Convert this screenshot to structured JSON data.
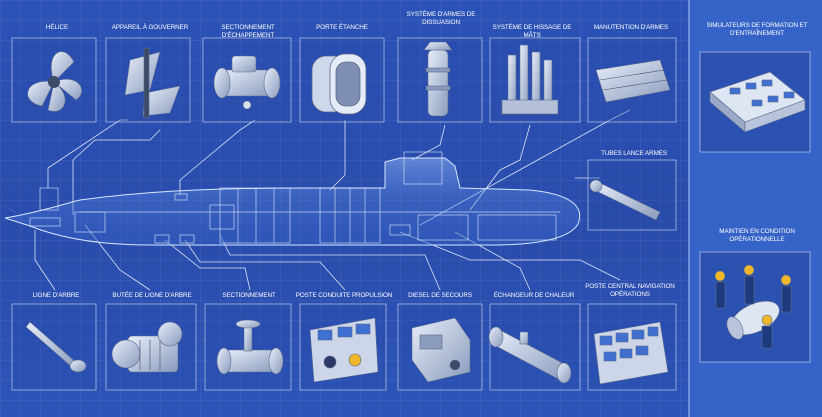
{
  "top_labels": [
    "Hélice",
    "Appareil à gouverner",
    "Sectionnement d'échappement",
    "Porte étanche",
    "Système d'armes de dissuasion",
    "Système de hissage de mâts",
    "Manutention d'armes"
  ],
  "bottom_labels": [
    "Ligne d'arbre",
    "Butée de ligne d'arbre",
    "Sectionnement",
    "Poste conduite propulsion",
    "Diesel de secours",
    "Échangeur de chaleur",
    "Poste central navigation opérations"
  ],
  "right_label": "Tubes lance armes",
  "side_labels": [
    "Simulateurs de formation et d'entraînement",
    "Maintien en condition opérationnelle"
  ],
  "colors": {
    "background": "#2a4fb0",
    "panel": "#3563c7",
    "line": "#ffffff",
    "accent": "#f0b72a"
  }
}
